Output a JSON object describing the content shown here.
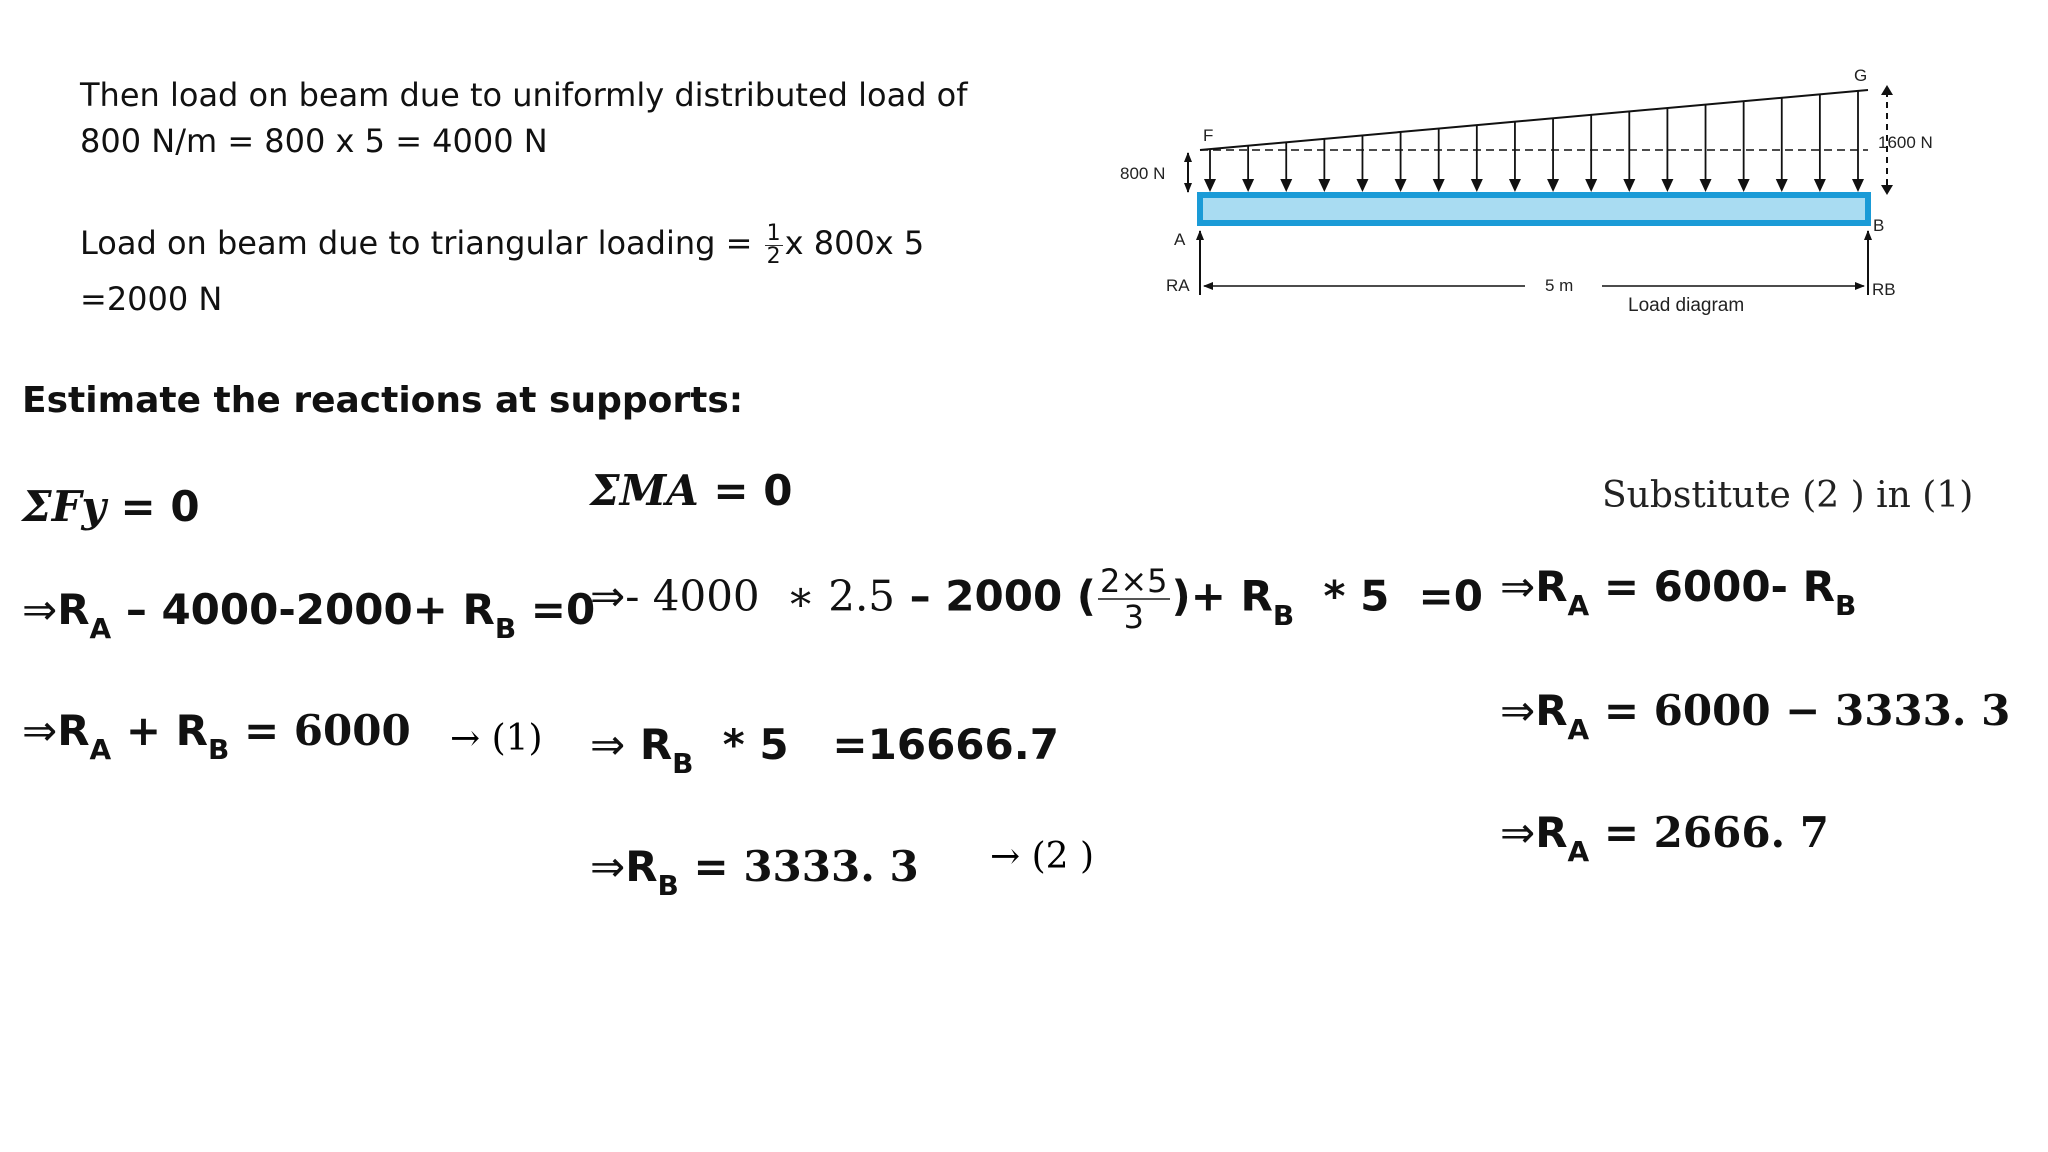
{
  "intro": {
    "udl_line1": "Then load on beam due to uniformly distributed load of",
    "udl_line2": "800 N/m = 800 x 5 = 4000 N",
    "tri_prefix": "Load on beam due to triangular loading =",
    "tri_frac_num": "1",
    "tri_frac_den": "2",
    "tri_suffix": "x 800x 5",
    "tri_result": "=2000 N"
  },
  "heading": "Estimate the reactions at supports:",
  "col1": {
    "sum_fy": "ΣFy",
    "sum_fy_eq": "= 0",
    "eq1": {
      "arrow": "⇒",
      "ra": "R",
      "ra_sub": "A",
      "mid": " – 4000-2000+ ",
      "rb": "R",
      "rb_sub": "B",
      "tail": " =0"
    },
    "eq2": {
      "arrow": "⇒",
      "ra": "R",
      "ra_sub": "A",
      "mid": " + ",
      "rb": "R",
      "rb_sub": "B",
      "eq": " = ",
      "val": "6000",
      "ref": "→ (1)"
    }
  },
  "col2": {
    "sum_ma": "ΣMA",
    "sum_ma_eq": "= 0",
    "eq1": {
      "arrow": "⇒",
      "part1": "- 4000  ∗ 2.5",
      "part2": " – 2000 (",
      "frac_num": "2×5",
      "frac_den": "3",
      "part3": ")+ ",
      "rb": "R",
      "rb_sub": "B",
      "tail": "  * 5  =0"
    },
    "eq2": {
      "arrow": "⇒",
      "rb": "R",
      "rb_sub": "B",
      "tail": "  * 5   =16666.7"
    },
    "eq3": {
      "arrow": "⇒",
      "rb": "R",
      "rb_sub": "B",
      "eq": " = ",
      "val": "3333. 3",
      "ref": "→ (2 )"
    }
  },
  "col3": {
    "substitute": "Substitute (2 ) in (1)",
    "eq1": {
      "arrow": "⇒",
      "ra": "R",
      "ra_sub": "A",
      "eq": " = ",
      "val": "6000- R",
      "val_sub": "B"
    },
    "eq2": {
      "arrow": "⇒",
      "ra": "R",
      "ra_sub": "A",
      "eq": " = ",
      "val": "6000 − 3333. 3"
    },
    "eq3": {
      "arrow": "⇒",
      "ra": "R",
      "ra_sub": "A",
      "eq": " = ",
      "val": "2666. 7"
    }
  },
  "diagram": {
    "label_g": "G",
    "label_f": "F",
    "label_a": "A",
    "label_b": "B",
    "label_ra": "RA",
    "label_rb": "RB",
    "left_load": "800 N",
    "right_load": "1600 N",
    "span": "5 m",
    "caption": "Load diagram",
    "beam_color": "#1a9bd7",
    "beam_fill": "#a9dcf2"
  }
}
